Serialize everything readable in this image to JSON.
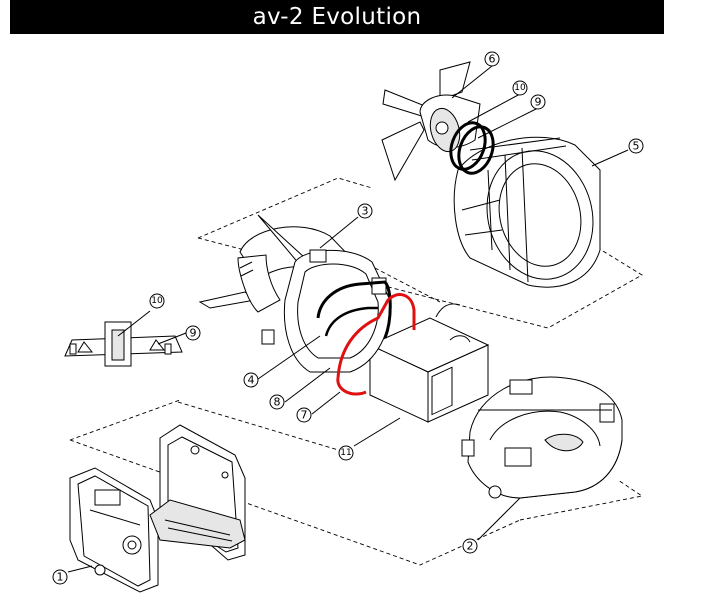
{
  "title": "av-2 Evolution",
  "callouts": [
    {
      "id": "c1",
      "label": "1"
    },
    {
      "id": "c2",
      "label": "2"
    },
    {
      "id": "c3",
      "label": "3"
    },
    {
      "id": "c4",
      "label": "4"
    },
    {
      "id": "c5",
      "label": "5"
    },
    {
      "id": "c6",
      "label": "6"
    },
    {
      "id": "c7",
      "label": "7"
    },
    {
      "id": "c8",
      "label": "8"
    },
    {
      "id": "c9a",
      "label": "9"
    },
    {
      "id": "c9b",
      "label": "9"
    },
    {
      "id": "c10a",
      "label": "10"
    },
    {
      "id": "c10b",
      "label": "10"
    },
    {
      "id": "c11",
      "label": "11"
    }
  ],
  "colors": {
    "wire_red": "#e01010",
    "wire_black": "#000000",
    "title_bg": "#000000",
    "title_fg": "#ffffff"
  }
}
